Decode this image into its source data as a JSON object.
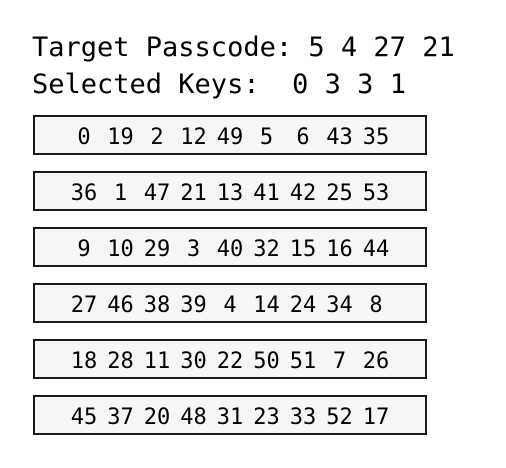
{
  "target": {
    "label": "Target Passcode:",
    "digits": [
      "5",
      "4",
      "27",
      "21"
    ]
  },
  "selected": {
    "label": "Selected Keys:",
    "digits": [
      "0",
      "3",
      "3",
      "1"
    ]
  },
  "keypad": {
    "rows": [
      [
        "0",
        "19",
        "2",
        "12",
        "49",
        "5",
        "6",
        "43",
        "35"
      ],
      [
        "36",
        "1",
        "47",
        "21",
        "13",
        "41",
        "42",
        "25",
        "53"
      ],
      [
        "9",
        "10",
        "29",
        "3",
        "40",
        "32",
        "15",
        "16",
        "44"
      ],
      [
        "27",
        "46",
        "38",
        "39",
        "4",
        "14",
        "24",
        "34",
        "8"
      ],
      [
        "18",
        "28",
        "11",
        "30",
        "22",
        "50",
        "51",
        "7",
        "26"
      ],
      [
        "45",
        "37",
        "20",
        "48",
        "31",
        "23",
        "33",
        "52",
        "17"
      ]
    ]
  }
}
